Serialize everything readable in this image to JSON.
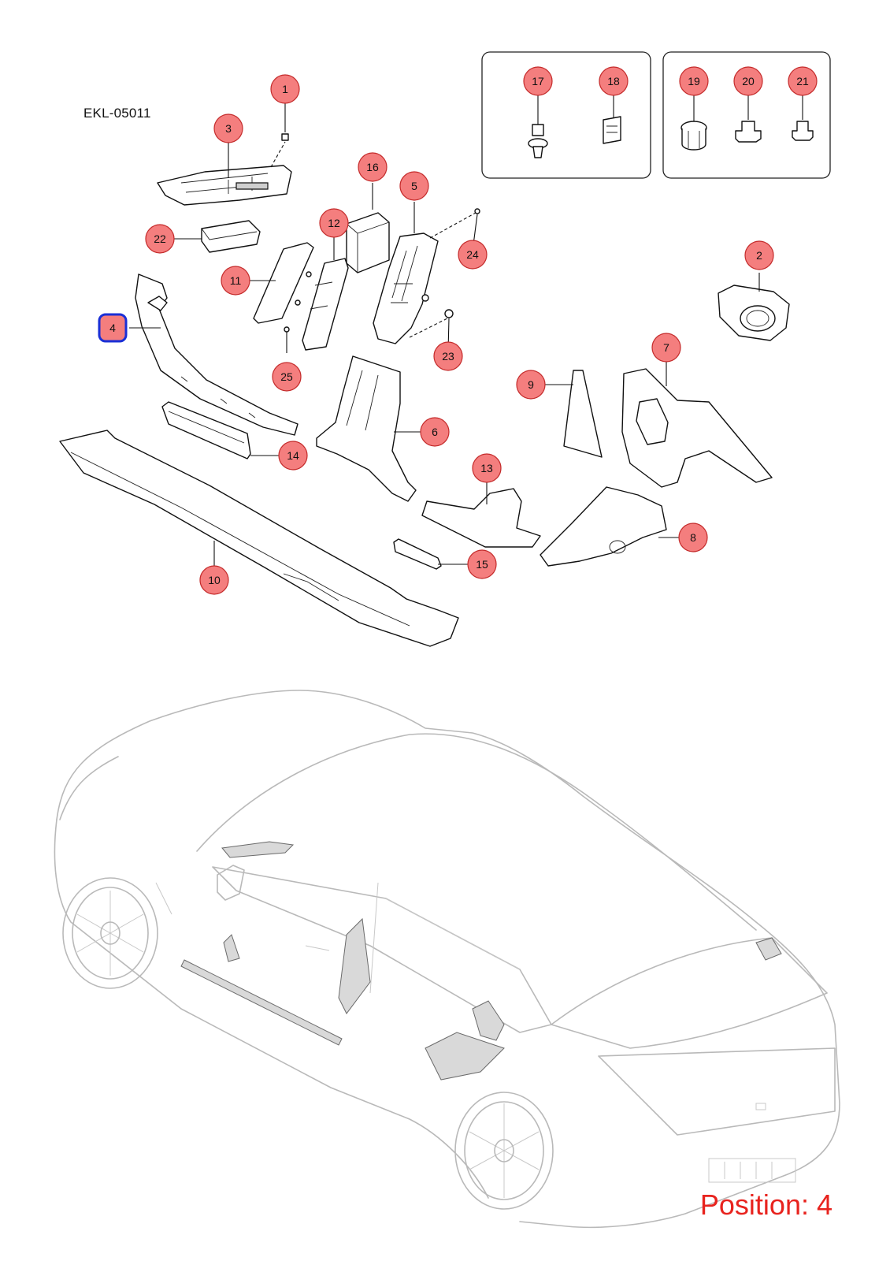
{
  "diagram": {
    "code": "EKL-05011",
    "position_label": "Position: 4",
    "selected_callout": "4",
    "callouts": [
      "1",
      "2",
      "3",
      "4",
      "5",
      "6",
      "7",
      "8",
      "9",
      "10",
      "11",
      "12",
      "13",
      "14",
      "15",
      "16",
      "17",
      "18",
      "19",
      "20",
      "21",
      "22",
      "23",
      "24",
      "25"
    ]
  },
  "colors": {
    "callout_fill": "#f47e7e",
    "callout_stroke": "#c42b2b",
    "selection_outline": "#1a2fd6",
    "position_text": "#e8231e"
  }
}
